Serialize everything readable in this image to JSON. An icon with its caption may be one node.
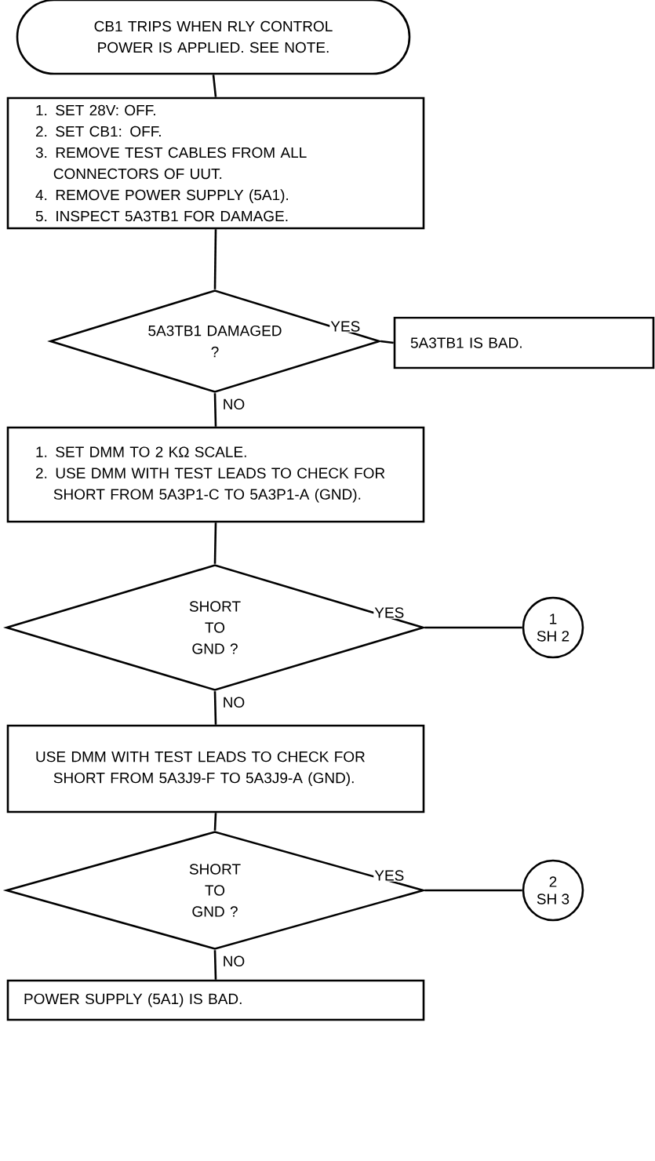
{
  "diagram": {
    "nodes": [
      {
        "text": [
          "CB1 TRIPS WHEN RLY CONTROL POWER IS APPLIED. SEE NOTE."
        ]
      },
      {
        "text": [
          "1. SET 28V:  OFF.",
          "2. SET CB1:  OFF.",
          "3. REMOVE TEST CABLES FROM ALL CONNECTORS OF UUT.",
          "4. REMOVE POWER SUPPLY (5A1).",
          "5. INSPECT 5A3TB1 FOR DAMAGE."
        ]
      },
      {
        "text": [
          "5A3TB1 DAMAGED",
          "?"
        ]
      },
      {
        "text": [
          "5A3TB1 IS BAD."
        ]
      },
      {
        "text": [
          "1. SET DMM TO 2 KΩ SCALE.",
          "2. USE DMM WITH TEST LEADS TO CHECK FOR SHORT FROM 5A3P1-C TO 5A3P1-A (GND)."
        ]
      },
      {
        "text": [
          "SHORT TO GND ?"
        ]
      },
      {
        "text": [
          "1",
          "SH 2"
        ]
      },
      {
        "text": [
          "USE DMM WITH TEST LEADS TO CHECK FOR SHORT FROM 5A3J9-F TO 5A3J9-A (GND)."
        ]
      },
      {
        "text": [
          "SHORT TO GND ?"
        ]
      },
      {
        "text": [
          "2",
          "SH 3"
        ]
      },
      {
        "text": [
          "POWER SUPPLY (5A1) IS BAD."
        ]
      }
    ],
    "edges": [
      {
        "from": 0,
        "to": 1,
        "arrow": "none"
      },
      {
        "from": 1,
        "to": 2,
        "arrow": "none"
      },
      {
        "from": 2,
        "to": 3,
        "arrow": "none",
        "label": "YES"
      },
      {
        "from": 2,
        "to": 4,
        "arrow": "none",
        "label": "NO"
      },
      {
        "from": 4,
        "to": 5,
        "arrow": "none"
      },
      {
        "from": 5,
        "to": 6,
        "arrow": "none",
        "label": "YES"
      },
      {
        "from": 5,
        "to": 7,
        "arrow": "none",
        "label": "NO"
      },
      {
        "from": 7,
        "to": 8,
        "arrow": "none"
      },
      {
        "from": 8,
        "to": 9,
        "arrow": "none",
        "label": "YES"
      },
      {
        "from": 8,
        "to": 10,
        "arrow": "none",
        "label": "NO"
      }
    ]
  }
}
